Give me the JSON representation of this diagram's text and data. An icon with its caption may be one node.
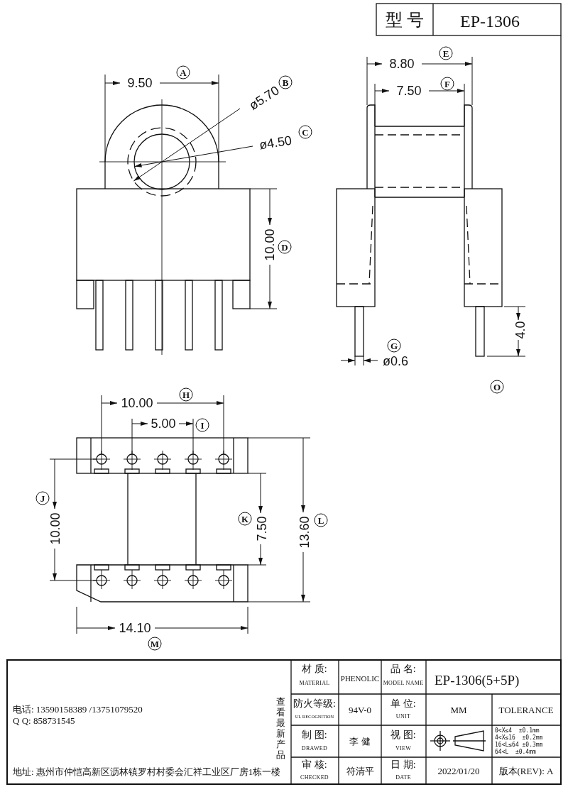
{
  "diagram": {
    "nodes": [
      {
        "text": [
          "ø5.70"
        ]
      },
      {
        "text": [],
        "shape": "circle"
      },
      {
        "text": [
          "ø4.50"
        ]
      },
      {
        "text": [],
        "shape": "circle",
        "in": 1
      }
    ],
    "edges": [
      {
        "from": 0,
        "to": 1,
        "arrow": "to"
      },
      {
        "from": 2,
        "to": 3,
        "arrow": "to"
      }
    ],
    "labels": [
      "型 号",
      "EP-1306",
      "9.50",
      "A",
      "8.80",
      "E",
      "B",
      "7.50",
      "F",
      "C",
      "10.00",
      "D",
      "4.0",
      "G",
      "ø0.6",
      "O",
      "10.00",
      "H",
      "5.00",
      "I",
      "J",
      "10.00",
      "K",
      "7.50",
      "13.60",
      "L",
      "14.10",
      "M",
      "电话: 13590158389 /13751079520",
      "Q Q: 858731545",
      "查看最新产品",
      "地址: 惠州市仲恺高新区沥林镇罗村村委会汇祥工业区厂房1栋一楼",
      "材 质:",
      "MATERIAL",
      "PHENOLIC",
      "品 名:",
      "MODEL NAME",
      "EP-1306(5+5P)",
      "防火等级:",
      "UL RECOGNITION",
      "94V-0",
      "单 位:",
      "UNIT",
      "MM",
      "TOLERANCE",
      "制 图:",
      "DRAWED",
      "李 健",
      "视 图:",
      "VIEW",
      "0<X≤4  ±0.1mm",
      "4<X≤16  ±0.2mm",
      "16<L≤64 ±0.3mm",
      "64<L  ±0.4mm",
      "审 核:",
      "CHECKED",
      "符清平",
      "日 期:",
      "DATE",
      "2022/01/20",
      "版本(REV): A"
    ]
  }
}
